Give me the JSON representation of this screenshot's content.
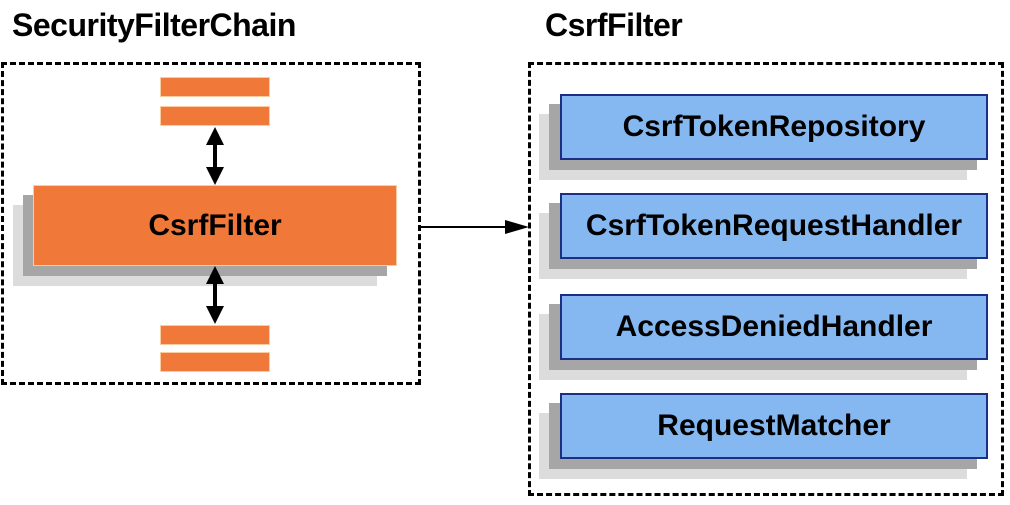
{
  "diagram": {
    "left_panel": {
      "title": "SecurityFilterChain",
      "filter_box_label": "CsrfFilter"
    },
    "right_panel": {
      "title": "CsrfFilter",
      "components": [
        {
          "label": "CsrfTokenRepository"
        },
        {
          "label": "CsrfTokenRequestHandler"
        },
        {
          "label": "AccessDeniedHandler"
        },
        {
          "label": "RequestMatcher"
        }
      ]
    },
    "colors": {
      "filter_fill": "#F0793A",
      "filter_border": "#FBCC9F",
      "component_fill": "#85B8F0",
      "component_border": "#1B2F85",
      "shadow_dark": "#A6A6A6",
      "shadow_light": "#DCDCDC",
      "line": "#000000",
      "text": "#000000",
      "background": "#FFFFFF"
    }
  }
}
